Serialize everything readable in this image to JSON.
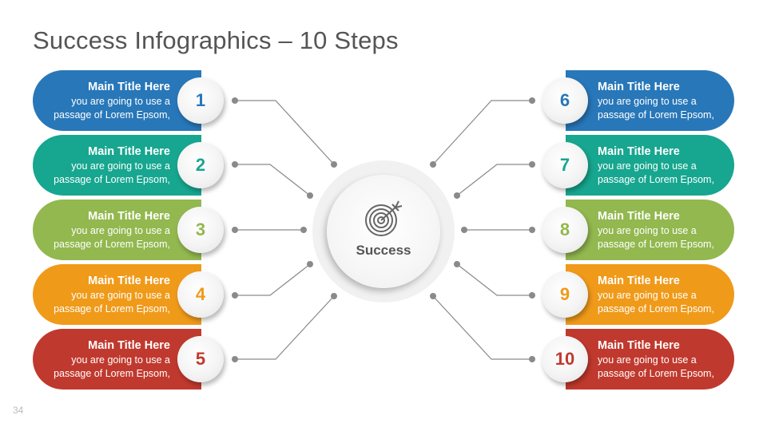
{
  "title": "Success Infographics – 10 Steps",
  "page_number": "34",
  "center": {
    "label": "Success",
    "icon": "target-with-arrow-icon"
  },
  "steps": [
    {
      "num": "1",
      "title": "Main Title Here",
      "line1": "you are going to use a",
      "line2": "passage of Lorem Epsom,",
      "color": "#2877B9"
    },
    {
      "num": "2",
      "title": "Main Title Here",
      "line1": "you are going to use a",
      "line2": "passage of Lorem Epsom,",
      "color": "#17A68F"
    },
    {
      "num": "3",
      "title": "Main Title Here",
      "line1": "you are going to use a",
      "line2": "passage of Lorem Epsom,",
      "color": "#92B84F"
    },
    {
      "num": "4",
      "title": "Main Title Here",
      "line1": "you are going to use a",
      "line2": "passage of Lorem Epsom,",
      "color": "#F09A1A"
    },
    {
      "num": "5",
      "title": "Main Title Here",
      "line1": "you are going to use a",
      "line2": "passage of Lorem Epsom,",
      "color": "#C0392E"
    },
    {
      "num": "6",
      "title": "Main Title Here",
      "line1": "you are going to use a",
      "line2": "passage of Lorem Epsom,",
      "color": "#2877B9"
    },
    {
      "num": "7",
      "title": "Main Title Here",
      "line1": "you are going to use a",
      "line2": "passage of Lorem Epsom,",
      "color": "#17A68F"
    },
    {
      "num": "8",
      "title": "Main Title Here",
      "line1": "you are going to use a",
      "line2": "passage of Lorem Epsom,",
      "color": "#92B84F"
    },
    {
      "num": "9",
      "title": "Main Title Here",
      "line1": "you are going to use a",
      "line2": "passage of Lorem Epsom,",
      "color": "#F09A1A"
    },
    {
      "num": "10",
      "title": "Main Title Here",
      "line1": "you are going to use a",
      "line2": "passage of Lorem Epsom,",
      "color": "#C0392E"
    }
  ],
  "colors": {
    "connector": "#8a8a8a",
    "title_text": "#555555"
  }
}
